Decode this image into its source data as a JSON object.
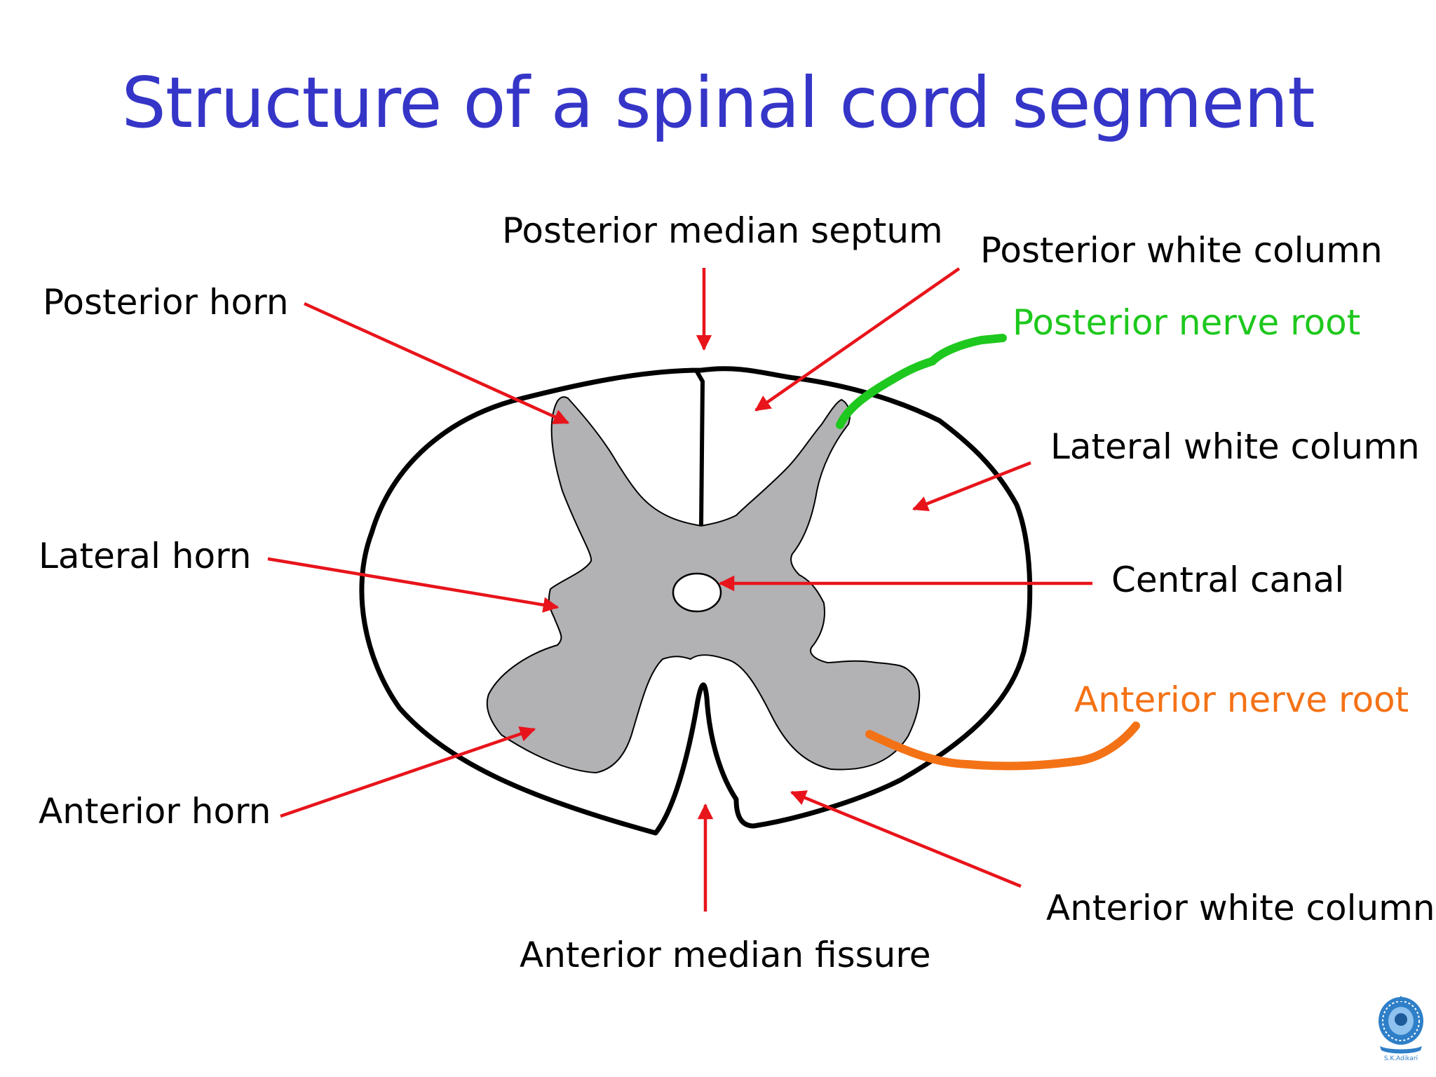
{
  "slide": {
    "title": "Structure of a spinal cord segment",
    "logo_caption": "S.K.Adikari"
  },
  "colors": {
    "title": "#3535c8",
    "label": "#000000",
    "arrow": "#e8141b",
    "outline": "#000000",
    "grey_matter": "#b2b1b4",
    "posterior_root": "#1ec81e",
    "anterior_root": "#f47216",
    "logo": "#2f7fc8"
  },
  "labels": {
    "posterior_median_septum": "Posterior median septum",
    "posterior_white_column": "Posterior white column",
    "posterior_horn": "Posterior horn",
    "posterior_nerve_root": "Posterior nerve root",
    "lateral_white_column": "Lateral white column",
    "lateral_horn": "Lateral horn",
    "central_canal": "Central canal",
    "anterior_nerve_root": "Anterior nerve root",
    "anterior_horn": "Anterior horn",
    "anterior_white_column": "Anterior white column",
    "anterior_median_fissure": "Anterior median fissure"
  },
  "icons": {
    "logo": "university-seal-icon"
  }
}
